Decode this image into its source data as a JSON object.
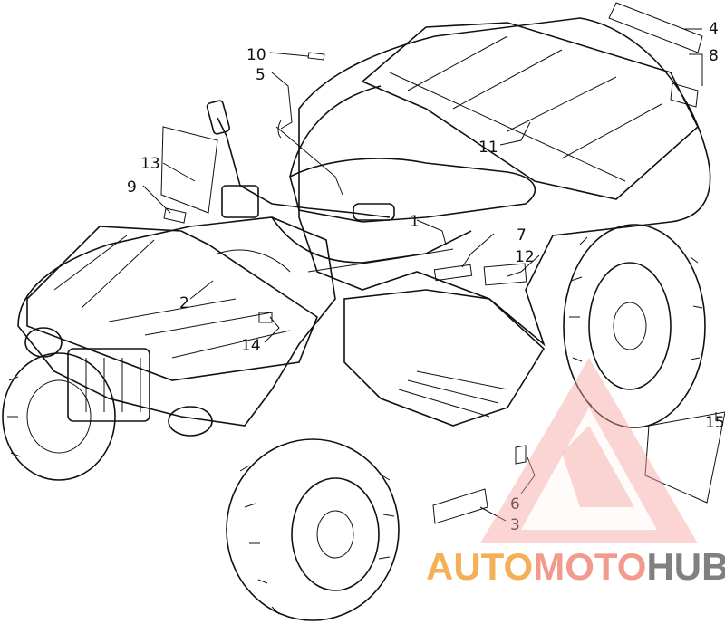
{
  "callouts": [
    {
      "id": "1",
      "label": "1"
    },
    {
      "id": "2",
      "label": "2"
    },
    {
      "id": "3",
      "label": "3"
    },
    {
      "id": "4",
      "label": "4"
    },
    {
      "id": "5",
      "label": "5"
    },
    {
      "id": "6",
      "label": "6"
    },
    {
      "id": "7",
      "label": "7"
    },
    {
      "id": "8",
      "label": "8"
    },
    {
      "id": "9",
      "label": "9"
    },
    {
      "id": "10",
      "label": "10"
    },
    {
      "id": "11",
      "label": "11"
    },
    {
      "id": "12",
      "label": "12"
    },
    {
      "id": "13",
      "label": "13"
    },
    {
      "id": "14",
      "label": "14"
    },
    {
      "id": "15",
      "label": "15"
    }
  ],
  "watermark": {
    "part1": "AUTO",
    "part2": "MOTO",
    "part3": "HUB",
    "colors": {
      "auto": "#f3a33a",
      "moto": "#f08a7a",
      "hub": "#6b6b6b",
      "logo": "#f4a6a0"
    }
  }
}
